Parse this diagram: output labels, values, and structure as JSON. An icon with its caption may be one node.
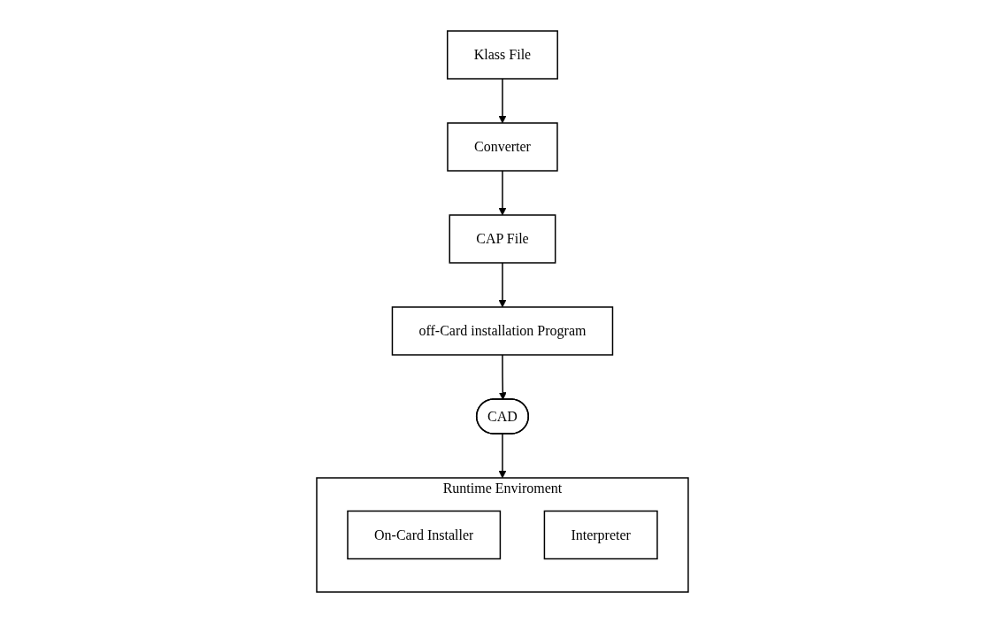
{
  "diagram": {
    "nodes": [
      {
        "text": [
          "Klass File"
        ]
      },
      {
        "text": [
          "Converter"
        ]
      },
      {
        "text": [
          "CAP File"
        ]
      },
      {
        "text": [
          "off-Card installation Program"
        ]
      },
      {
        "text": [
          "CAD"
        ]
      },
      {
        "text": [
          "Runtime Enviroment"
        ]
      },
      {
        "text": [
          "On-Card Installer"
        ],
        "in": 5
      },
      {
        "text": [
          "Interpreter"
        ],
        "in": 5
      }
    ],
    "edges": [
      {
        "from": 0,
        "to": 1,
        "arrow": "to"
      },
      {
        "from": 1,
        "to": 2,
        "arrow": "to"
      },
      {
        "from": 2,
        "to": 3,
        "arrow": "to"
      },
      {
        "from": 3,
        "to": 4,
        "arrow": "to"
      },
      {
        "from": 4,
        "to": 5,
        "arrow": "to"
      }
    ]
  }
}
